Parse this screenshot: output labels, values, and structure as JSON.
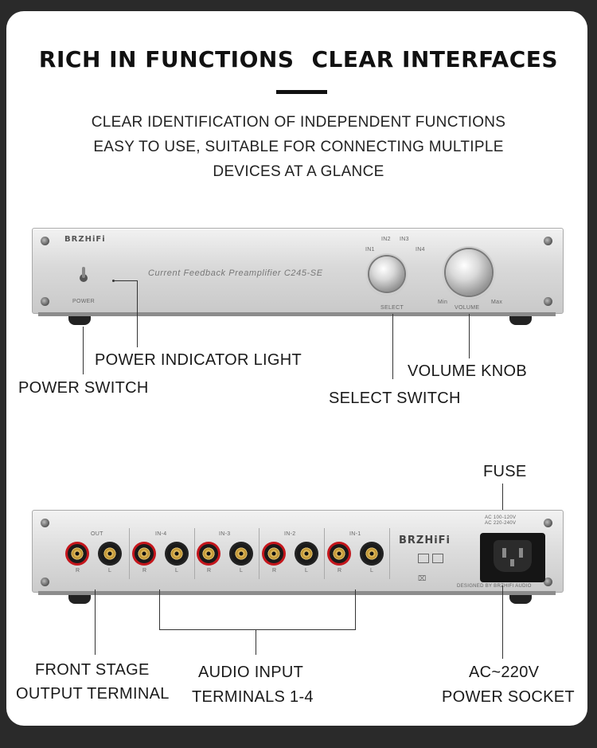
{
  "heading": {
    "left": "RICH IN FUNCTIONS",
    "right": "CLEAR INTERFACES"
  },
  "intro": [
    "CLEAR IDENTIFICATION OF INDEPENDENT FUNCTIONS",
    "EASY TO USE, SUITABLE FOR CONNECTING MULTIPLE",
    "DEVICES AT A GLANCE"
  ],
  "front_panel": {
    "brand": "BRZHiFi",
    "model": "Current Feedback Preamplifier C245-SE",
    "power_label": "POWER",
    "select_label": "SELECT",
    "volume_label": "VOLUME",
    "inputs": [
      "IN1",
      "IN2",
      "IN3",
      "IN4"
    ],
    "min_label": "Min",
    "max_label": "Max"
  },
  "front_callouts": {
    "power_indicator": "POWER INDICATOR LIGHT",
    "power_switch": "POWER SWITCH",
    "volume_knob": "VOLUME KNOB",
    "select_switch": "SELECT SWITCH"
  },
  "rear_panel": {
    "brand": "BRZHiFi",
    "groups": [
      "OUT",
      "IN-4",
      "IN-3",
      "IN-2",
      "IN-1"
    ],
    "right_channel": "R",
    "left_channel": "L",
    "voltage_1": "AC 100-120V",
    "voltage_2": "AC 220-240V",
    "designed_by": "DESIGNED BY BRZHIFI AUDIO"
  },
  "rear_callouts": {
    "fuse": "FUSE",
    "output_line1": "FRONT STAGE",
    "output_line2": "OUTPUT TERMINAL",
    "input_line1": "AUDIO INPUT",
    "input_line2": "TERMINALS 1-4",
    "power_line1": "AC~220V",
    "power_line2": "POWER SOCKET"
  },
  "colors": {
    "background": "#2a2a2a",
    "card": "#ffffff",
    "red_jack": "#c4161c",
    "gold": "#d8b25a"
  }
}
